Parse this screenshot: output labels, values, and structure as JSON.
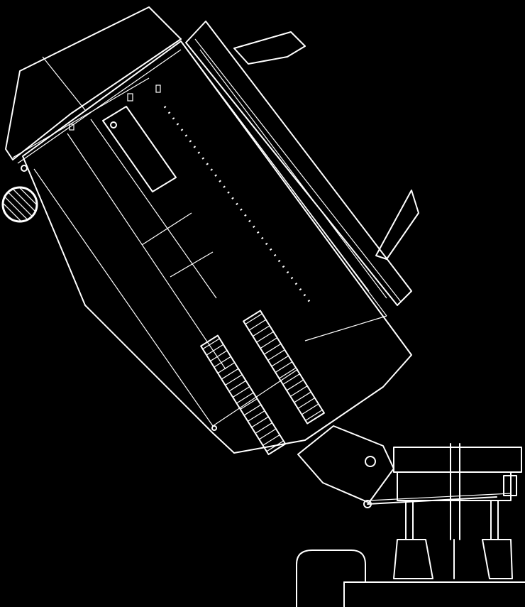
{
  "drawing": {
    "kind": "technical line drawing",
    "colors": {
      "background": "#000000",
      "line": "#ffffff"
    },
    "components": [
      "hopper-body",
      "top-hood",
      "side-plate",
      "hatched-circle-section",
      "vertical-dotted-line",
      "upper-handle",
      "lower-handle",
      "spring-assembly-left",
      "spring-assembly-right",
      "pivot-linkage",
      "tractor-frame",
      "hitch-legs",
      "ground-base"
    ]
  }
}
